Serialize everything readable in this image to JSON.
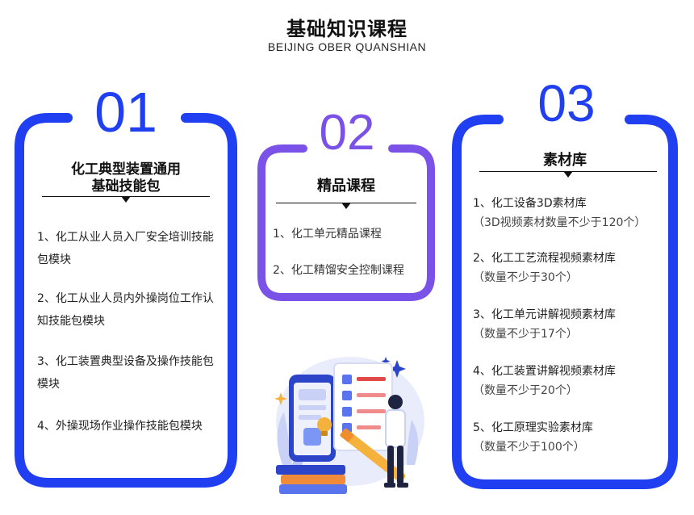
{
  "header": {
    "title": "基础知识课程",
    "subtitle": "BEIJING OBER QUANSHIAN"
  },
  "colors": {
    "blue": "#1f3ff0",
    "purple": "#7b52e8"
  },
  "cards": [
    {
      "number": "01",
      "title_lines": [
        "化工典型装置通用",
        "基础技能包"
      ],
      "items": [
        "1、化工从业人员入厂安全培训技能包模块",
        "2、化工从业人员内外操岗位工作认知技能包模块",
        "3、化工装置典型设备及操作技能包模块",
        "4、外操现场作业操作技能包模块"
      ]
    },
    {
      "number": "02",
      "title_lines": [
        "精品课程"
      ],
      "items": [
        "1、化工单元精品课程",
        "2、化工精馏安全控制课程"
      ]
    },
    {
      "number": "03",
      "title_lines": [
        "素材库"
      ],
      "items": [
        {
          "title": "1、化工设备3D素材库",
          "note": "（3D视频素材数量不少于120个）"
        },
        {
          "title": "2、化工工艺流程视频素材库",
          "note": "（数量不少于30个）"
        },
        {
          "title": "3、化工单元讲解视频素材库",
          "note": "（数量不少于17个）"
        },
        {
          "title": "4、化工装置讲解视频素材库",
          "note": "（数量不少于20个）"
        },
        {
          "title": "5、化工原理实验素材库",
          "note": "（数量不少于100个）"
        }
      ]
    }
  ],
  "illustration": {
    "icons": [
      "phone-icon",
      "checklist-icon",
      "pencil-icon",
      "lightbulb-icon",
      "books-icon",
      "person-icon",
      "sparkle-icon",
      "plant-icon"
    ]
  }
}
